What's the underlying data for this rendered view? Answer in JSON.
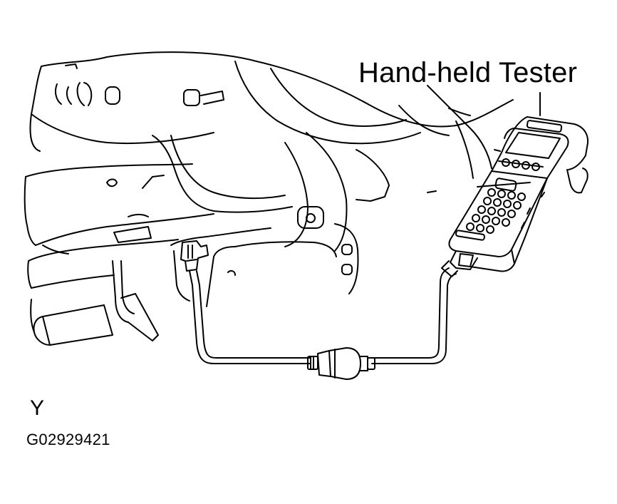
{
  "labels": {
    "tester": "Hand-held  Tester",
    "view_marker": "Y",
    "figure_code": "G02929421"
  },
  "colors": {
    "line": "#000000",
    "background": "#ffffff"
  },
  "icons": {
    "tester_device": "hand-held-tester-icon",
    "dlc_connector": "dlc-connector-icon",
    "inline_adapter": "cable-adapter-icon"
  }
}
